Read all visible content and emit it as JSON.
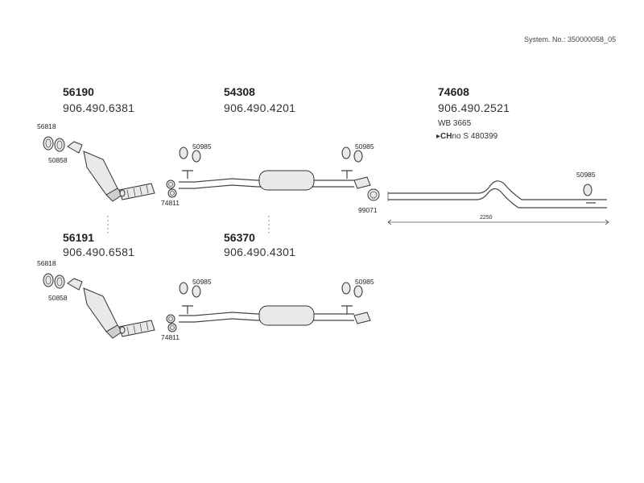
{
  "system_number": "System. No.: 350000058_05",
  "groups": {
    "g1": {
      "part": "56190",
      "oem": "906.490.6381"
    },
    "g2": {
      "part": "54308",
      "oem": "906.490.4201"
    },
    "g3": {
      "part": "74608",
      "oem": "906.490.2521",
      "wb": "WB 3665",
      "ch_prefix": "CH",
      "ch_suffix": "no  S 480399"
    },
    "g4": {
      "part": "56191",
      "oem": "906.490.6581"
    },
    "g5": {
      "part": "56370",
      "oem": "906.490.4301"
    }
  },
  "labels": {
    "gasket_56818": "56818",
    "ring_50858": "50858",
    "clamp_74811": "74811",
    "hanger_50985": "50985",
    "clamp_99071": "99071",
    "dimension_2250": "2250"
  }
}
